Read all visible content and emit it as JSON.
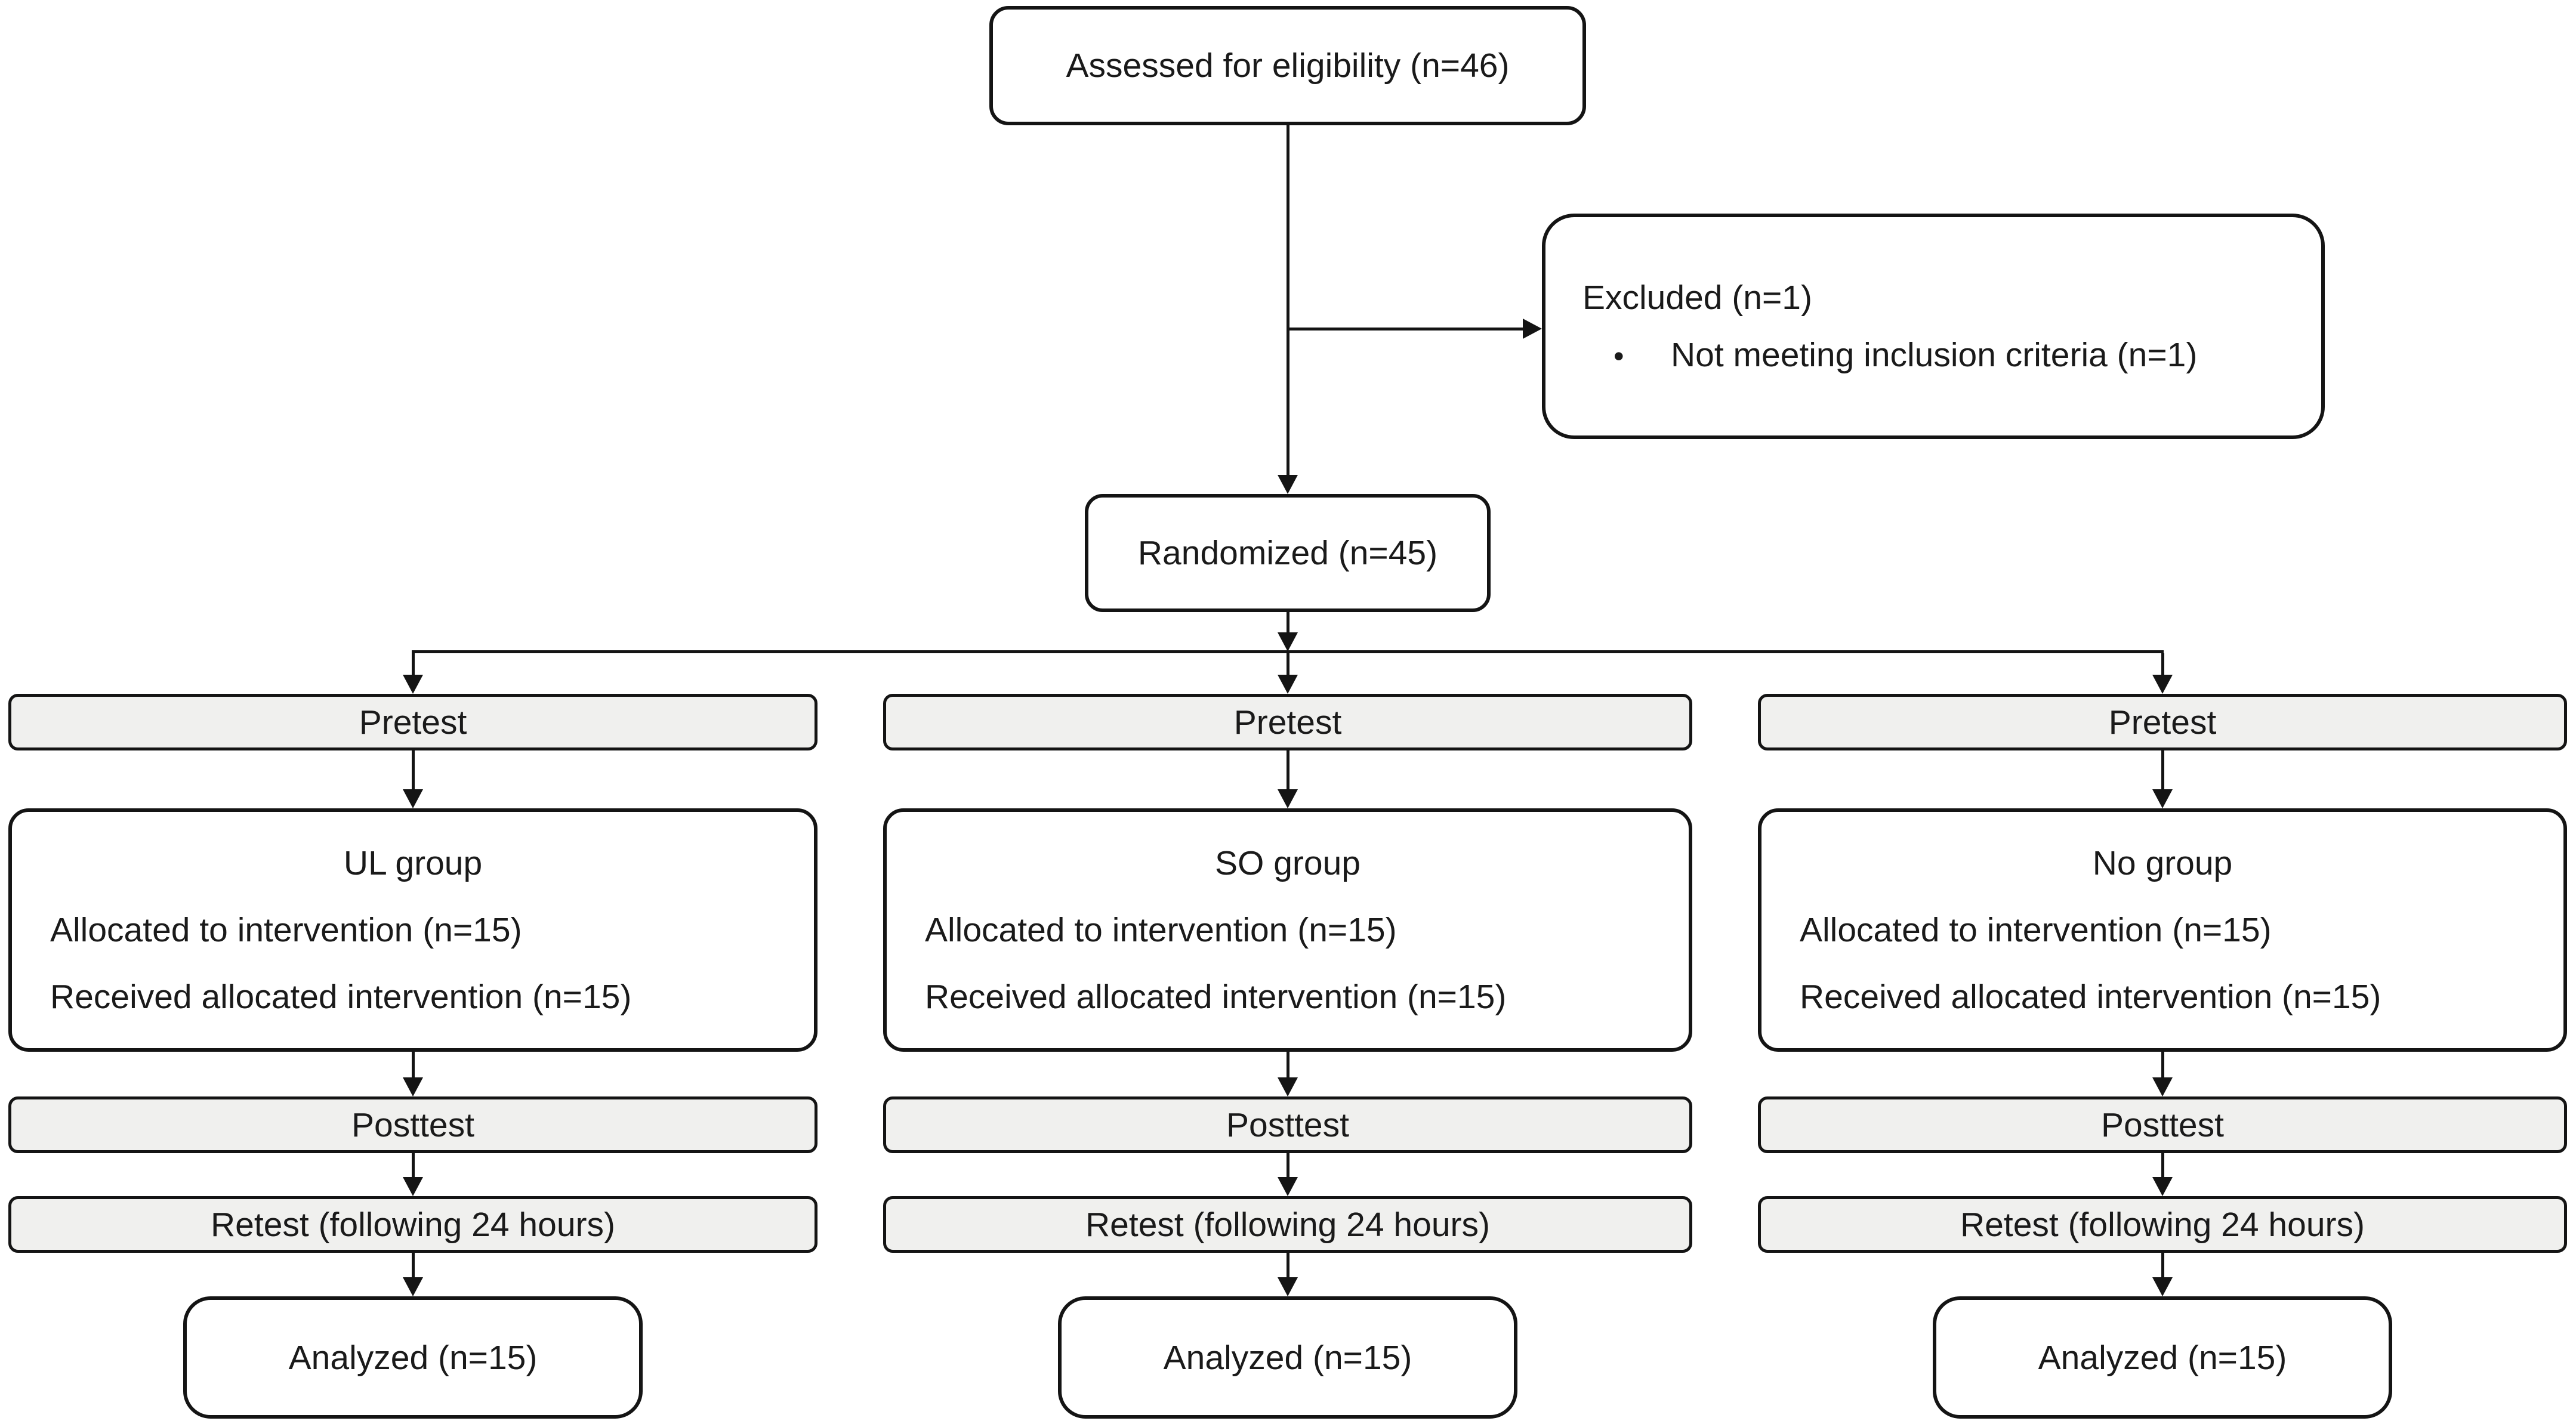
{
  "diagram": {
    "assessed": {
      "label": "Assessed for eligibility (n=46)"
    },
    "excluded": {
      "title": "Excluded (n=1)",
      "bullet_icon": "•",
      "bullet_text": "Not meeting inclusion criteria (n=1)"
    },
    "randomized": {
      "label": "Randomized (n=45)"
    },
    "columns": [
      {
        "pretest": "Pretest",
        "group_title": "UL group",
        "allocated": "Allocated to intervention (n=15)",
        "received": "Received allocated intervention (n=15)",
        "posttest": "Posttest",
        "retest": "Retest (following 24 hours)",
        "analyzed": "Analyzed (n=15)"
      },
      {
        "pretest": "Pretest",
        "group_title": "SO group",
        "allocated": "Allocated to intervention (n=15)",
        "received": "Received allocated intervention (n=15)",
        "posttest": "Posttest",
        "retest": "Retest (following 24 hours)",
        "analyzed": "Analyzed (n=15)"
      },
      {
        "pretest": "Pretest",
        "group_title": "No group",
        "allocated": "Allocated to intervention (n=15)",
        "received": "Received allocated intervention (n=15)",
        "posttest": "Posttest",
        "retest": "Retest (following 24 hours)",
        "analyzed": "Analyzed (n=15)"
      }
    ],
    "colors": {
      "line": "#141414",
      "bar_fill": "#f0f0ee",
      "box_fill": "#ffffff",
      "text": "#1a1a1a",
      "background": "#ffffff"
    }
  }
}
